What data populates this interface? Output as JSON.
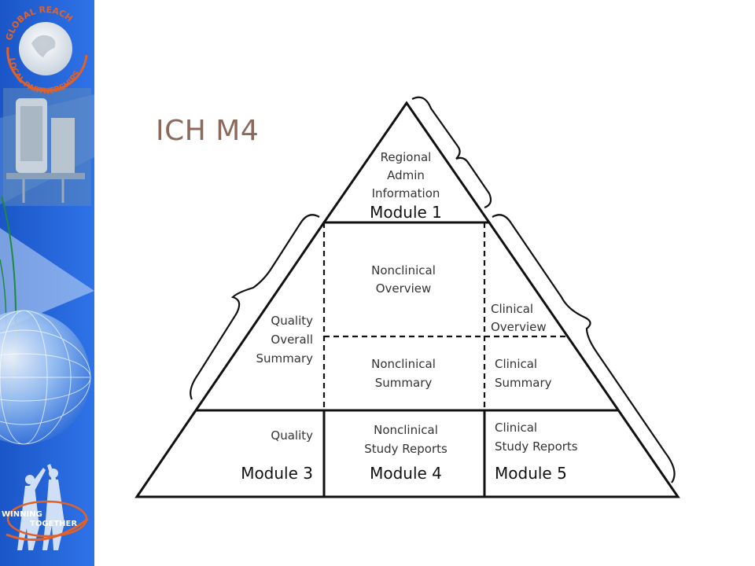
{
  "slide": {
    "title": "ICH M4",
    "logo_top": {
      "arc_top_text": "GLOBAL REACH",
      "arc_bottom_text": "LOCAL PARTNERSHIPS"
    },
    "logo_bottom": {
      "text_line1": "WINNING",
      "text_line2": "TOGETHER"
    }
  },
  "colors": {
    "sidebar_blue": "#1f5fd6",
    "title": "#8b6a5c",
    "logo_orange": "#e0622a"
  },
  "pyramid": {
    "module1": {
      "label": "Module 1",
      "lines": [
        "Regional",
        "Admin",
        "Information"
      ]
    },
    "module2": {
      "nonclinical_overview": [
        "Nonclinical",
        "Overview"
      ],
      "clinical_overview": [
        "Clinical",
        "Overview"
      ],
      "quality_overall_summary": [
        "Quality",
        "Overall",
        "Summary"
      ],
      "nonclinical_summary": [
        "Nonclinical",
        "Summary"
      ],
      "clinical_summary": [
        "Clinical",
        "Summary"
      ]
    },
    "module3": {
      "label": "Module 3",
      "text": "Quality"
    },
    "module4": {
      "label": "Module 4",
      "lines": [
        "Nonclinical",
        "Study Reports"
      ]
    },
    "module5": {
      "label": "Module 5",
      "lines": [
        "Clinical",
        "Study Reports"
      ]
    }
  }
}
